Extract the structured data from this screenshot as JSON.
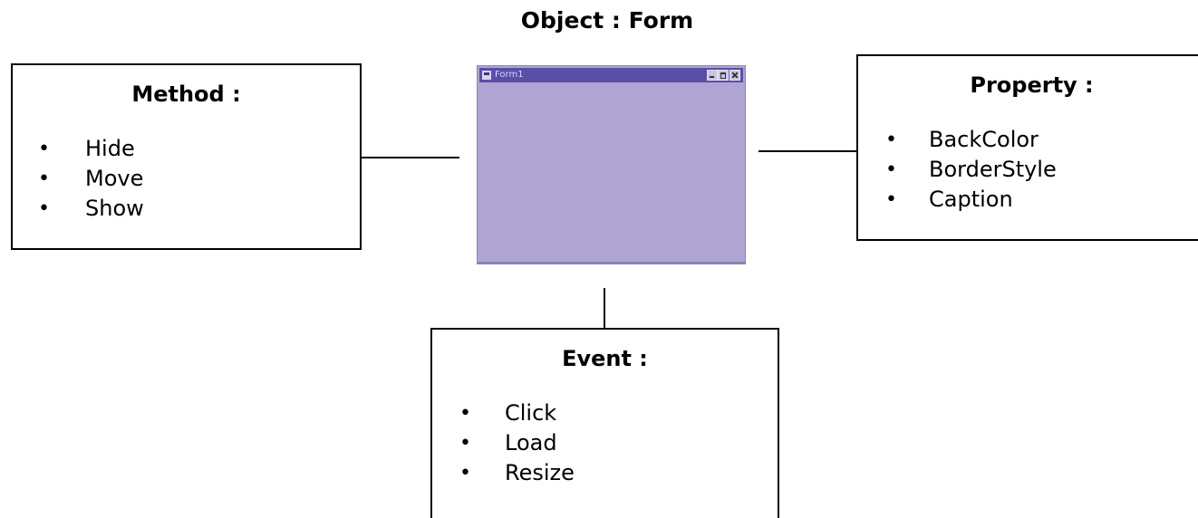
{
  "title": "Object : Form",
  "form_window": {
    "caption": "Form1",
    "background_color": "#b0a4d2",
    "titlebar_color": "#5a4fa8"
  },
  "method": {
    "heading": "Method :",
    "items": [
      "Hide",
      "Move",
      "Show"
    ]
  },
  "property": {
    "heading": "Property :",
    "items": [
      "BackColor",
      "BorderStyle",
      "Caption"
    ]
  },
  "event": {
    "heading": "Event :",
    "items": [
      "Click",
      "Load",
      "Resize"
    ]
  }
}
